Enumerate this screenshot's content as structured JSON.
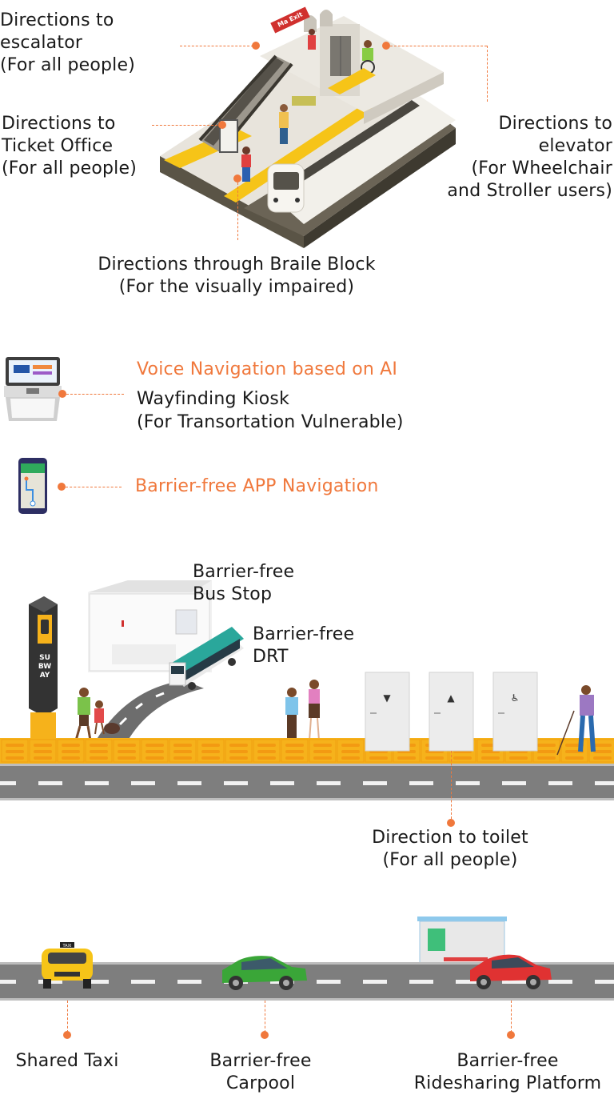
{
  "accent_color": "#f0783c",
  "station": {
    "sign_text": "Ma Exit",
    "escalator": [
      "Directions to",
      "escalator",
      "(For all people)"
    ],
    "ticket_office": [
      "Directions to",
      "Ticket Office",
      "(For all people)"
    ],
    "elevator": [
      "Directions to",
      "elevator",
      "(For Wheelchair",
      "and Stroller users)"
    ],
    "braille": [
      "Directions through Braile Block",
      "(For the visually impaired)"
    ]
  },
  "kiosk": {
    "highlight": "Voice Navigation based on AI",
    "title": "Wayfinding Kiosk",
    "subtitle": "(For Transortation Vulnerable)"
  },
  "app": {
    "highlight": "Barrier-free APP Navigation"
  },
  "street": {
    "subway_sign": "SUBWAY",
    "bus_stop": [
      "Barrier-free",
      "Bus Stop"
    ],
    "drt": [
      "Barrier-free",
      "DRT"
    ],
    "toilet": [
      "Direction to toilet",
      "(For all people)"
    ],
    "toilet_icons": [
      "male-toilet-icon",
      "female-toilet-icon",
      "accessible-toilet-icon"
    ]
  },
  "road": {
    "taxi_sign": "TAXI",
    "shared_taxi": "Shared Taxi",
    "carpool": [
      "Barrier-free",
      "Carpool"
    ],
    "ridesharing": [
      "Barrier-free",
      "Ridesharing Platform"
    ]
  }
}
